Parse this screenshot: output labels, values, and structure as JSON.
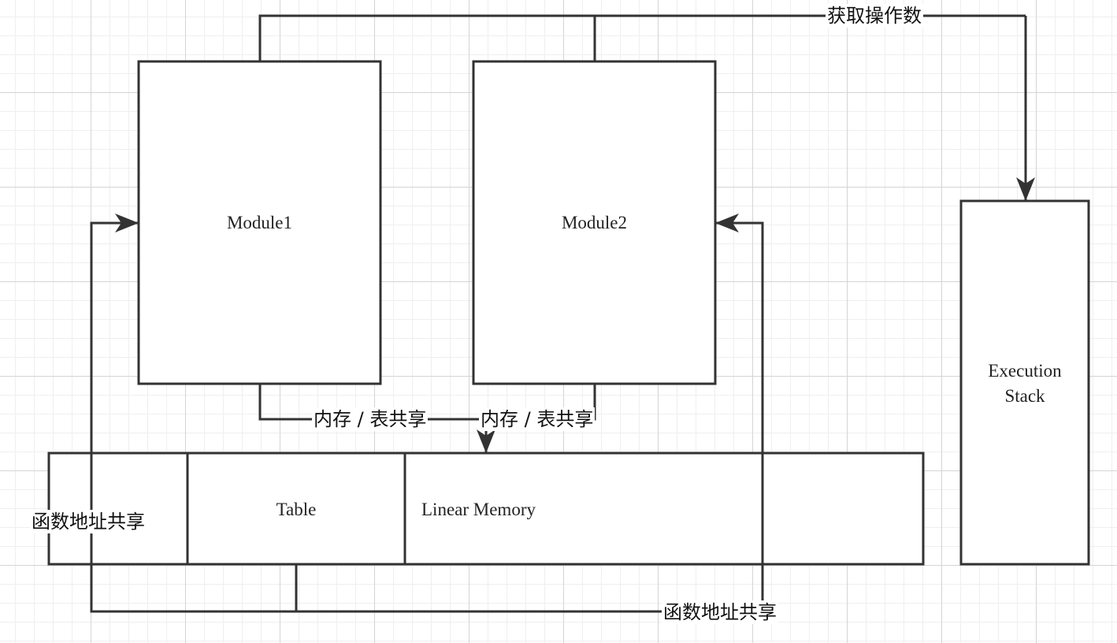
{
  "nodes": {
    "module1": "Module1",
    "module2": "Module2",
    "execution_stack": "Execution\nStack",
    "table": "Table",
    "linear_memory": "Linear Memory"
  },
  "edges": {
    "fetch_operand": "获取操作数",
    "mem_table_share_1": "内存 / 表共享",
    "mem_table_share_2": "内存 / 表共享",
    "func_addr_share_1": "函数地址共享",
    "func_addr_share_2": "函数地址共享"
  },
  "colors": {
    "stroke": "#333333",
    "background": "#ffffff",
    "grid": "#d4d4d4"
  }
}
